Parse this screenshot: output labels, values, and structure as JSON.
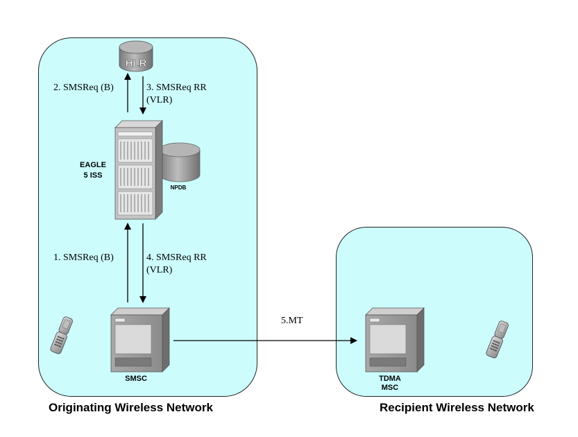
{
  "regions": {
    "originating": {
      "label": "Originating Wireless Network"
    },
    "recipient": {
      "label": "Recipient Wireless Network"
    }
  },
  "nodes": {
    "hlr": {
      "label": "HLR"
    },
    "eagle": {
      "label_line1": "EAGLE",
      "label_line2": "5 ISS"
    },
    "npdb": {
      "label": "NPDB"
    },
    "smsc": {
      "label": "SMSC"
    },
    "tdma_msc": {
      "label_line1": "TDMA",
      "label_line2": "MSC"
    }
  },
  "messages": {
    "m1": "1. SMSReq (B)",
    "m2": "2. SMSReq (B)",
    "m3_line1": "3. SMSReq RR",
    "m3_line2": "(VLR)",
    "m4_line1": "4. SMSReq RR",
    "m4_line2": "(VLR)",
    "m5": "5.MT"
  },
  "colors": {
    "region_fill": "#ccfcfc",
    "device_gray": "#9a9a9a"
  }
}
